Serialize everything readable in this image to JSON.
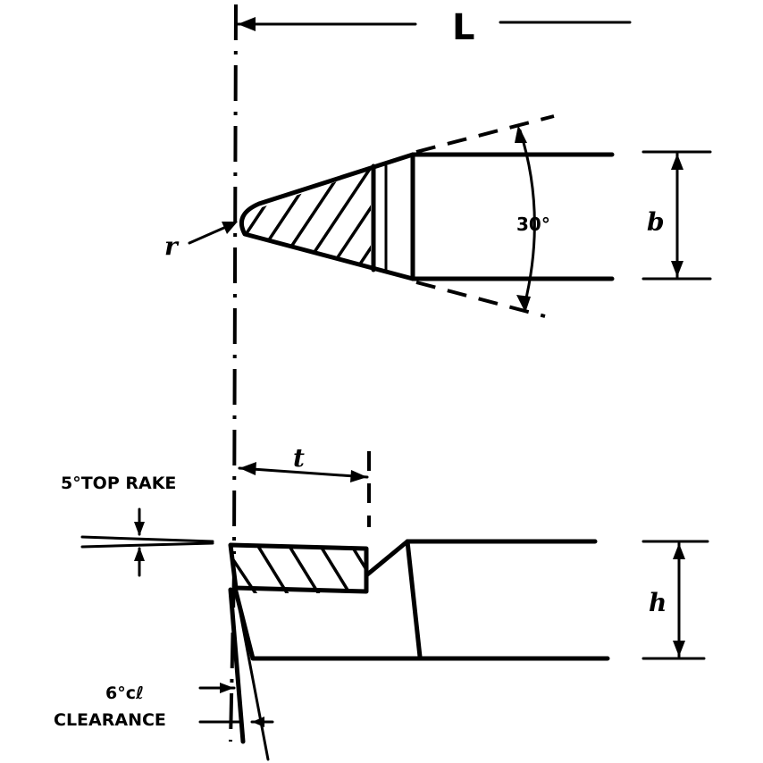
{
  "labels": {
    "overall_length": "L",
    "included_angle": "30°",
    "width": "b",
    "nose_radius": "r",
    "tip_length": "t",
    "top_rake": "5°TOP RAKE",
    "clearance_value": "6°cℓ",
    "clearance_word": "CLEARANCE",
    "height": "h"
  },
  "colors": {
    "ink": "#000000",
    "paper": "#ffffff"
  }
}
